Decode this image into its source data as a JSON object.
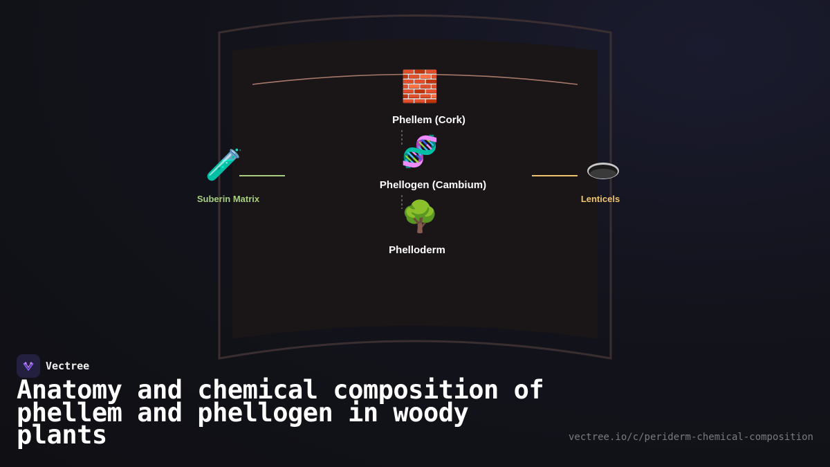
{
  "diagram": {
    "nodes": [
      {
        "label": "Phellem (Cork)",
        "icon": "brick-icon",
        "glyph": "🧱"
      },
      {
        "label": "Phellogen (Cambium)",
        "icon": "dna-icon",
        "glyph": "🧬"
      },
      {
        "label": "Phelloderm",
        "icon": "tree-icon",
        "glyph": "🌳"
      }
    ],
    "side_nodes": {
      "left": {
        "label": "Suberin Matrix",
        "icon": "test-tube-icon",
        "glyph": "🧪",
        "color": "#a6cf7e"
      },
      "right": {
        "label": "Lenticels",
        "icon": "hole-icon",
        "glyph": "🕳️",
        "color": "#f0c46e"
      }
    }
  },
  "brand": {
    "name": "Vectree",
    "logo": "vectree-logo-icon"
  },
  "title": "Anatomy and chemical composition of phellem and phellogen in woody plants",
  "url": "vectree.io/c/periderm-chemical-composition",
  "colors": {
    "frame": "#3b2e30",
    "panel": "#1a1517",
    "arc": "#a87a6a",
    "accent_green": "#a6cf7e",
    "accent_orange": "#f0c46e"
  }
}
